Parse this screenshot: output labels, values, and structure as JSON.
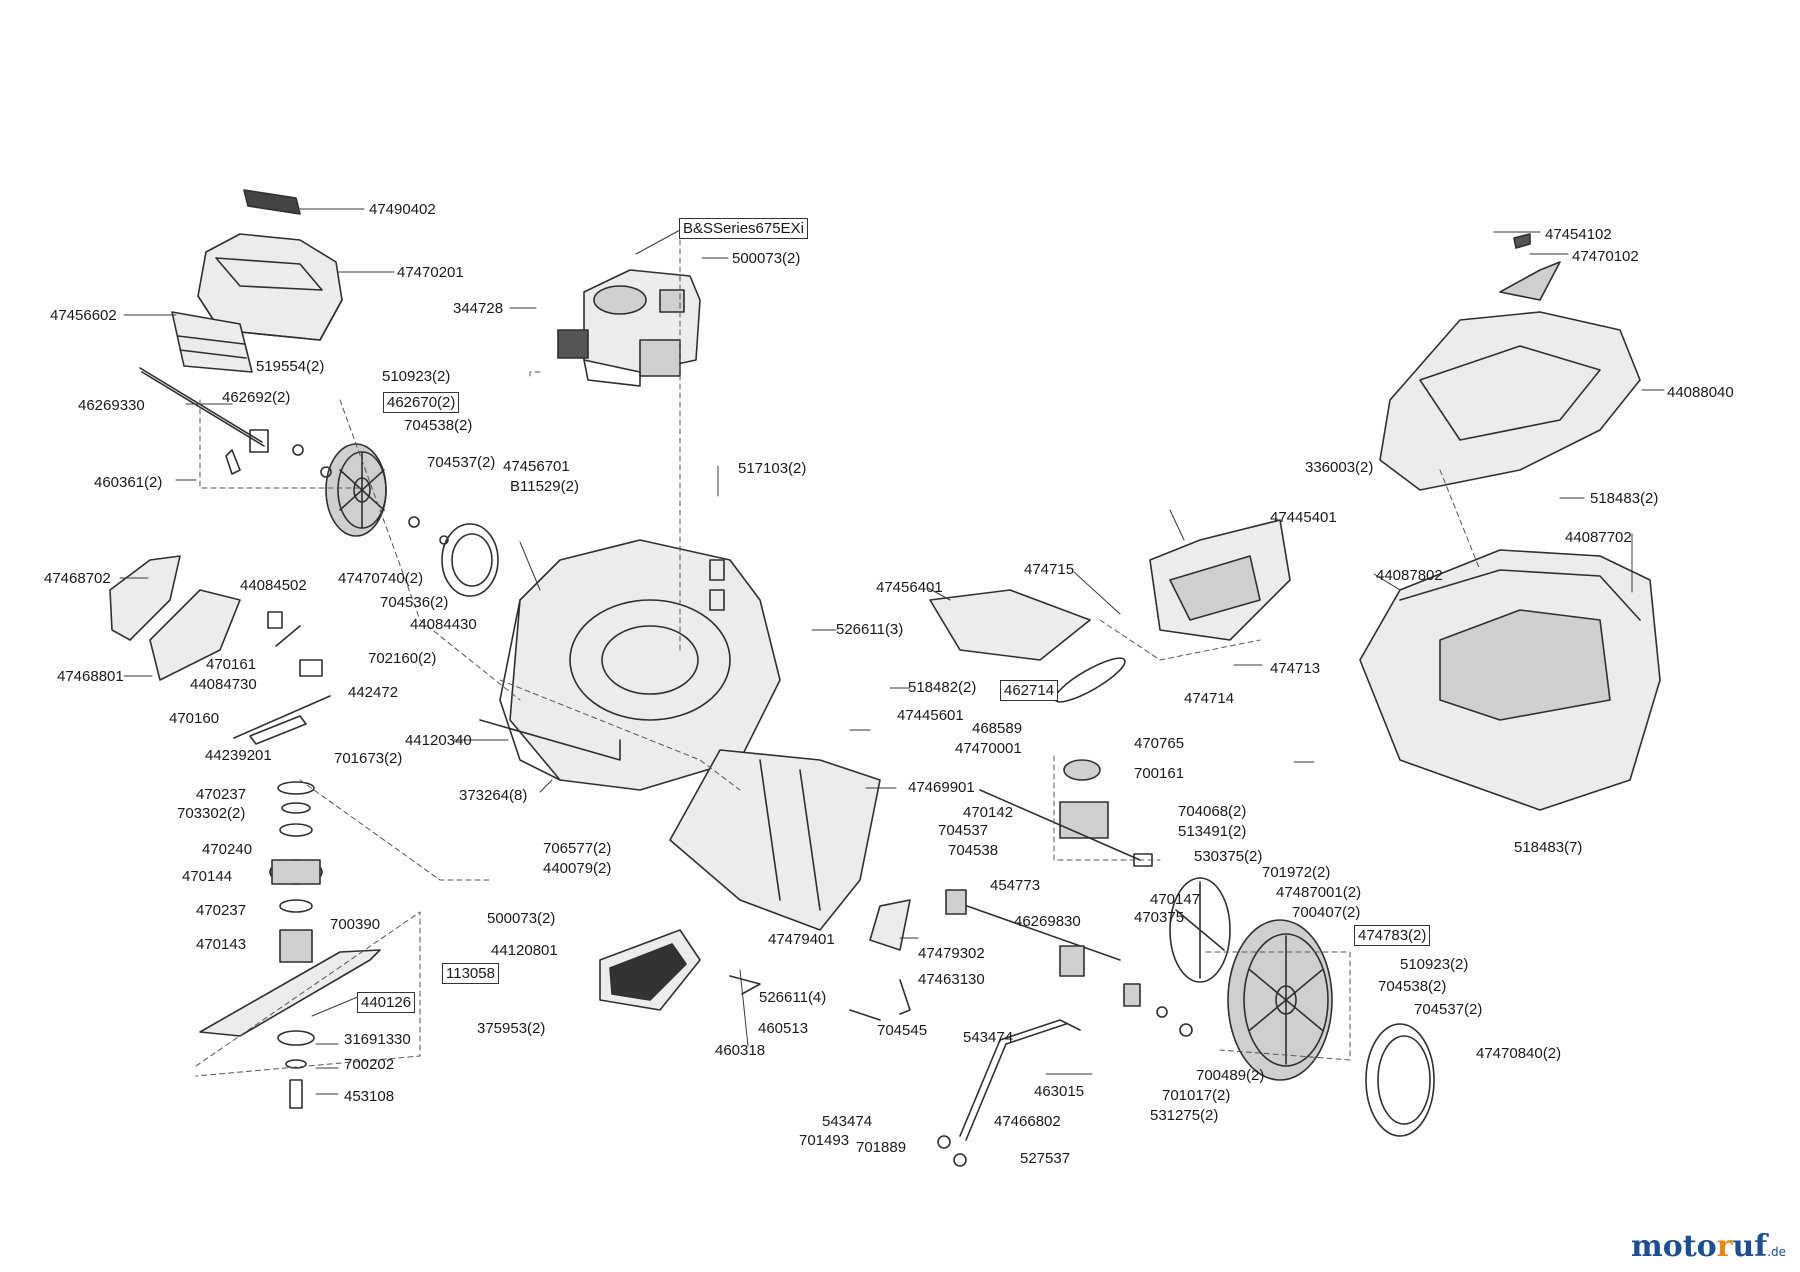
{
  "labels": [
    {
      "id": "p47490402",
      "text": "47490402"
    },
    {
      "id": "p47470201",
      "text": "47470201"
    },
    {
      "id": "p47456602",
      "text": "47456602"
    },
    {
      "id": "p519554",
      "text": "519554(2)"
    },
    {
      "id": "p510923a",
      "text": "510923(2)"
    },
    {
      "id": "p462692",
      "text": "462692(2)"
    },
    {
      "id": "p462670",
      "text": "462670(2)"
    },
    {
      "id": "p46269330",
      "text": "46269330"
    },
    {
      "id": "p704538a",
      "text": "704538(2)"
    },
    {
      "id": "p704537a",
      "text": "704537(2)"
    },
    {
      "id": "p460361",
      "text": "460361(2)"
    },
    {
      "id": "p47470740",
      "text": "47470740(2)"
    },
    {
      "id": "pBS",
      "text": "B&SSeries675EXi"
    },
    {
      "id": "p500073a",
      "text": "500073(2)"
    },
    {
      "id": "p344728",
      "text": "344728"
    },
    {
      "id": "p47456701",
      "text": "47456701"
    },
    {
      "id": "pB11529",
      "text": "B11529(2)"
    },
    {
      "id": "p517103",
      "text": "517103(2)"
    },
    {
      "id": "p47468702",
      "text": "47468702"
    },
    {
      "id": "p44084502",
      "text": "44084502"
    },
    {
      "id": "p704536",
      "text": "704536(2)"
    },
    {
      "id": "p44084430",
      "text": "44084430"
    },
    {
      "id": "p470161",
      "text": "470161"
    },
    {
      "id": "p702160",
      "text": "702160(2)"
    },
    {
      "id": "p47468801",
      "text": "47468801"
    },
    {
      "id": "p44084730",
      "text": "44084730"
    },
    {
      "id": "p442472",
      "text": "442472"
    },
    {
      "id": "p470160",
      "text": "470160"
    },
    {
      "id": "p44120340",
      "text": "44120340"
    },
    {
      "id": "p44239201",
      "text": "44239201"
    },
    {
      "id": "p701673",
      "text": "701673(2)"
    },
    {
      "id": "p373264",
      "text": "373264(8)"
    },
    {
      "id": "p526611a",
      "text": "526611(3)"
    },
    {
      "id": "p47456401",
      "text": "47456401"
    },
    {
      "id": "p474715",
      "text": "474715"
    },
    {
      "id": "p47445401",
      "text": "47445401"
    },
    {
      "id": "p462714",
      "text": "462714"
    },
    {
      "id": "p474714",
      "text": "474714"
    },
    {
      "id": "p474713",
      "text": "474713"
    },
    {
      "id": "p518482",
      "text": "518482(2)"
    },
    {
      "id": "p47445601",
      "text": "47445601"
    },
    {
      "id": "p468589",
      "text": "468589"
    },
    {
      "id": "p47470001",
      "text": "47470001"
    },
    {
      "id": "p47469901",
      "text": "47469901"
    },
    {
      "id": "p470765",
      "text": "470765"
    },
    {
      "id": "p700161",
      "text": "700161"
    },
    {
      "id": "p470142",
      "text": "470142"
    },
    {
      "id": "p704068",
      "text": "704068(2)"
    },
    {
      "id": "p513491",
      "text": "513491(2)"
    },
    {
      "id": "p530375",
      "text": "530375(2)"
    },
    {
      "id": "p704537b",
      "text": "704537"
    },
    {
      "id": "p704538b",
      "text": "704538"
    },
    {
      "id": "p454773",
      "text": "454773"
    },
    {
      "id": "p470147",
      "text": "470147"
    },
    {
      "id": "p470375",
      "text": "470375"
    },
    {
      "id": "p46269830",
      "text": "46269830"
    },
    {
      "id": "p47454102",
      "text": "47454102"
    },
    {
      "id": "p47470102",
      "text": "47470102"
    },
    {
      "id": "p44088040",
      "text": "44088040"
    },
    {
      "id": "p336003",
      "text": "336003(2)"
    },
    {
      "id": "p518483a",
      "text": "518483(2)"
    },
    {
      "id": "p44087702",
      "text": "44087702"
    },
    {
      "id": "p44087802",
      "text": "44087802"
    },
    {
      "id": "p518483b",
      "text": "518483(7)"
    },
    {
      "id": "p470237a",
      "text": "470237"
    },
    {
      "id": "p703302",
      "text": "703302(2)"
    },
    {
      "id": "p470240",
      "text": "470240"
    },
    {
      "id": "p470144",
      "text": "470144"
    },
    {
      "id": "p470237b",
      "text": "470237"
    },
    {
      "id": "p700390",
      "text": "700390"
    },
    {
      "id": "p470143",
      "text": "470143"
    },
    {
      "id": "p113058",
      "text": "113058"
    },
    {
      "id": "p440126",
      "text": "440126"
    },
    {
      "id": "p31691330",
      "text": "31691330"
    },
    {
      "id": "p700202",
      "text": "700202"
    },
    {
      "id": "p453108",
      "text": "453108"
    },
    {
      "id": "p706577",
      "text": "706577(2)"
    },
    {
      "id": "p440079",
      "text": "440079(2)"
    },
    {
      "id": "p500073b",
      "text": "500073(2)"
    },
    {
      "id": "p44120801",
      "text": "44120801"
    },
    {
      "id": "p375953",
      "text": "375953(2)"
    },
    {
      "id": "p47479401",
      "text": "47479401"
    },
    {
      "id": "p47479302",
      "text": "47479302"
    },
    {
      "id": "p47463130",
      "text": "47463130"
    },
    {
      "id": "p526611b",
      "text": "526611(4)"
    },
    {
      "id": "p460513",
      "text": "460513"
    },
    {
      "id": "p460318",
      "text": "460318"
    },
    {
      "id": "p704545",
      "text": "704545"
    },
    {
      "id": "p543474a",
      "text": "543474"
    },
    {
      "id": "p463015",
      "text": "463015"
    },
    {
      "id": "p543474b",
      "text": "543474"
    },
    {
      "id": "p47466802",
      "text": "47466802"
    },
    {
      "id": "p701493",
      "text": "701493"
    },
    {
      "id": "p701889",
      "text": "701889"
    },
    {
      "id": "p527537",
      "text": "527537"
    },
    {
      "id": "p701972",
      "text": "701972(2)"
    },
    {
      "id": "p47487001",
      "text": "47487001(2)"
    },
    {
      "id": "p700407",
      "text": "700407(2)"
    },
    {
      "id": "p474783",
      "text": "474783(2)"
    },
    {
      "id": "p510923b",
      "text": "510923(2)"
    },
    {
      "id": "p704538c",
      "text": "704538(2)"
    },
    {
      "id": "p704537c",
      "text": "704537(2)"
    },
    {
      "id": "p47470840",
      "text": "47470840(2)"
    },
    {
      "id": "p700489",
      "text": "700489(2)"
    },
    {
      "id": "p701017",
      "text": "701017(2)"
    },
    {
      "id": "p531275",
      "text": "531275(2)"
    }
  ],
  "logo": {
    "m1": "moto",
    "m2": "r",
    "m3": "uf",
    "tld": ".de"
  },
  "colors": {
    "brand_blue": "#1d4e8f",
    "brand_orange": "#e08a1e",
    "line": "#2f2f2f"
  }
}
